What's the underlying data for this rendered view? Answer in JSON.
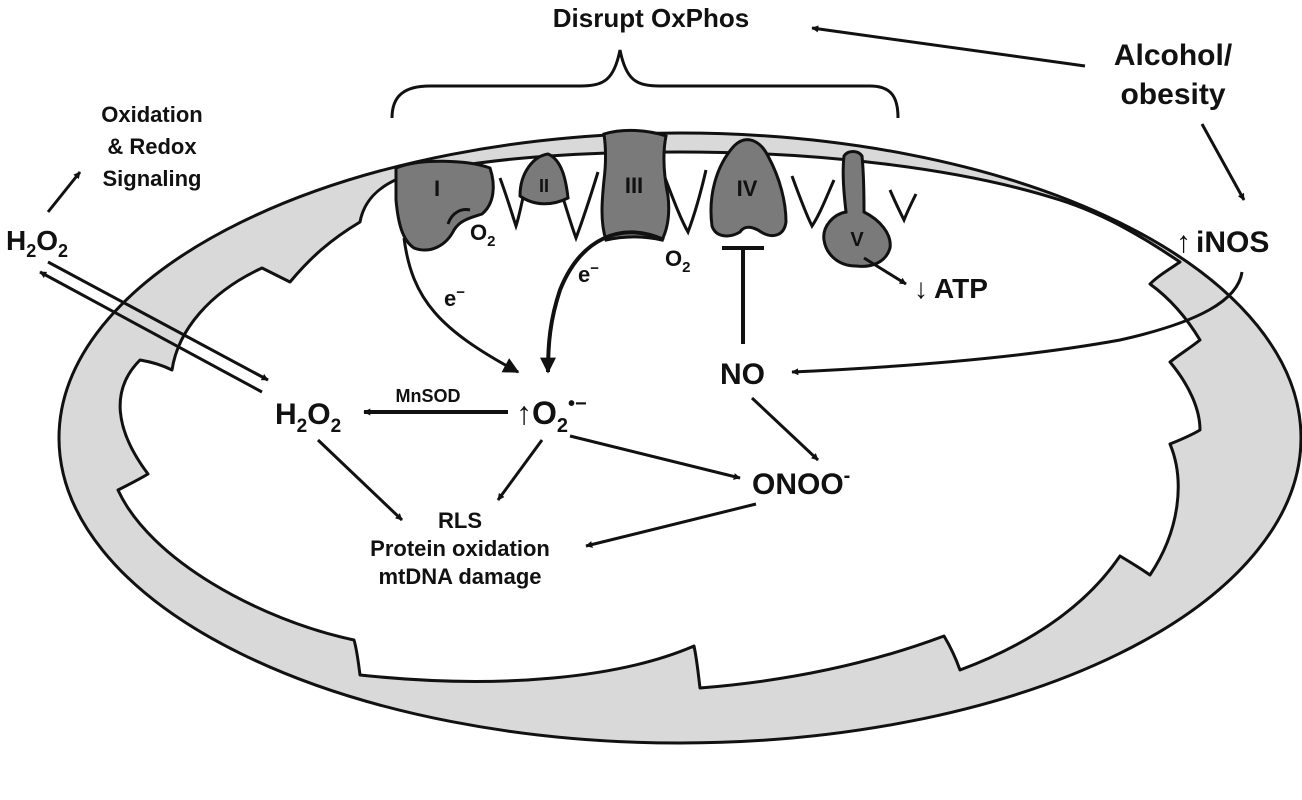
{
  "labels": {
    "disrupt_oxphos": "Disrupt OxPhos",
    "alcohol_line1": "Alcohol/",
    "alcohol_line2": "obesity",
    "oxidation_line1": "Oxidation",
    "oxidation_line2": "& Redox",
    "oxidation_line3": "Signaling",
    "inos": "iNOS",
    "atp": "ATP",
    "no": "NO",
    "onoo": "ONOO",
    "onoo_sup": "-",
    "mnsod": "MnSOD",
    "h2o2_H": "H",
    "h2o2_sub": "2",
    "h2o2_O": "O",
    "o2_O": "O",
    "o2_sub": "2",
    "o2_radical_sup": "•−",
    "electron": "e",
    "electron_sup": "−",
    "damage_line1": "RLS",
    "damage_line2": "Protein oxidation",
    "damage_line3": "mtDNA damage"
  },
  "complexes": {
    "c1": "I",
    "c2": "II",
    "c3": "III",
    "c4": "IV",
    "c5": "V"
  },
  "colors": {
    "ink": "#111111",
    "membrane": "#d9d9d9",
    "complex": "#7a7a7a"
  }
}
